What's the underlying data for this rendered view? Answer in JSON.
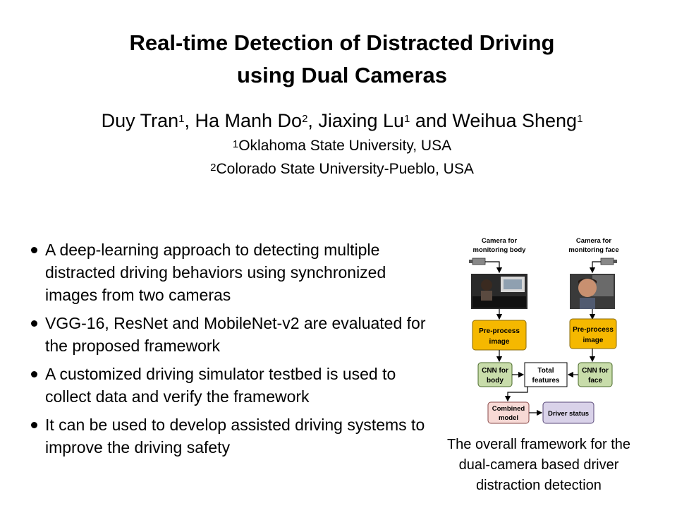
{
  "title": {
    "line1": "Real-time Detection of Distracted Driving",
    "line2": "using Dual Cameras"
  },
  "authors": [
    {
      "name": "Duy Tran",
      "sup": "1",
      "sep": ", "
    },
    {
      "name": "Ha Manh Do",
      "sup": "2",
      "sep": ", "
    },
    {
      "name": "Jiaxing Lu",
      "sup": "1",
      "sep": " and "
    },
    {
      "name": "Weihua Sheng",
      "sup": "1",
      "sep": ""
    }
  ],
  "affiliations": [
    {
      "sup": "1",
      "text": "Oklahoma State University, USA"
    },
    {
      "sup": "2",
      "text": "Colorado State University-Pueblo, USA"
    }
  ],
  "bullets": [
    "A deep-learning approach to detecting multiple distracted driving behaviors using synchronized images from two cameras",
    "VGG-16, ResNet and MobileNet-v2 are evaluated for the proposed framework",
    "A customized driving simulator testbed is used to collect data and verify the framework",
    "It can be used to develop assisted driving systems to improve the driving safety"
  ],
  "diagram": {
    "camera_body": [
      "Camera for",
      "monitoring body"
    ],
    "camera_face": [
      "Camera for",
      "monitoring face"
    ],
    "preprocess_left": [
      "Pre-process",
      "image"
    ],
    "preprocess_right": [
      "Pre-process",
      "image"
    ],
    "cnn_body": [
      "CNN for",
      "body"
    ],
    "cnn_face": [
      "CNN for",
      "face"
    ],
    "total_features": [
      "Total",
      "features"
    ],
    "combined_model": [
      "Combined",
      "model"
    ],
    "driver_status": "Driver status",
    "colors": {
      "preprocess": "#f5b800",
      "cnn": "#c8dcaa",
      "combined": "#f7d9d5",
      "status": "#d9d2e9"
    }
  },
  "caption": {
    "line1": "The overall framework for the",
    "line2": "dual-camera based driver",
    "line3": "distraction detection"
  }
}
